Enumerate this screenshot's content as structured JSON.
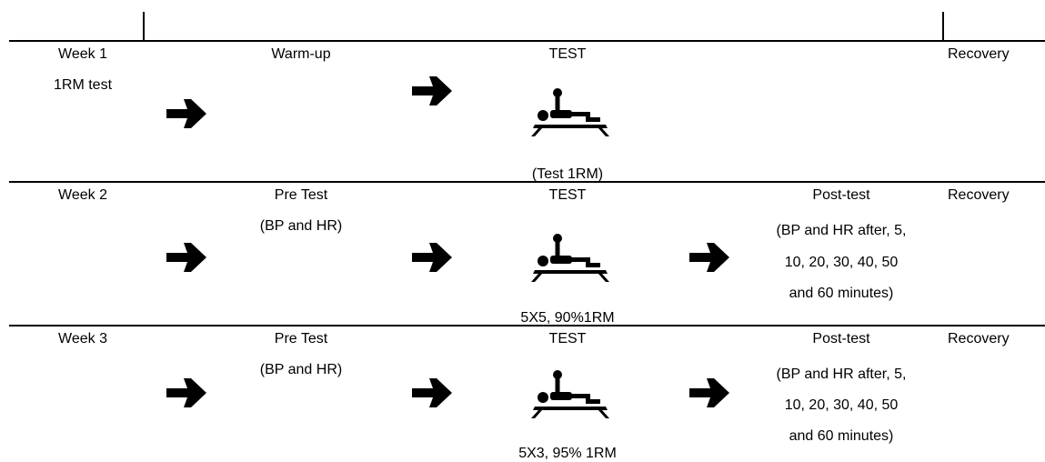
{
  "rows": [
    {
      "week": "Week 1",
      "subtitle": "1RM test",
      "pre": {
        "title": "Warm-up",
        "detail": ""
      },
      "test": {
        "title": "TEST",
        "caption": "(Test 1RM)"
      },
      "post": {
        "title": "",
        "lines": [
          "",
          "",
          ""
        ]
      },
      "recovery": "Recovery"
    },
    {
      "week": "Week 2",
      "subtitle": "",
      "pre": {
        "title": "Pre Test",
        "detail": "(BP and HR)"
      },
      "test": {
        "title": "TEST",
        "caption": "5X5, 90%1RM"
      },
      "post": {
        "title": "Post-test",
        "lines": [
          "(BP and HR after, 5,",
          "10, 20, 30, 40, 50",
          "and 60 minutes)"
        ]
      },
      "recovery": "Recovery"
    },
    {
      "week": "Week 3",
      "subtitle": "",
      "pre": {
        "title": "Pre Test",
        "detail": "(BP and HR)"
      },
      "test": {
        "title": "TEST",
        "caption": "5X3, 95% 1RM"
      },
      "post": {
        "title": "Post-test",
        "lines": [
          "(BP and HR after, 5,",
          "10, 20, 30, 40, 50",
          "and 60 minutes)"
        ]
      },
      "recovery": "Recovery"
    }
  ],
  "icons": {
    "arrow": "right-arrow-icon",
    "test": "bench-press-icon"
  }
}
